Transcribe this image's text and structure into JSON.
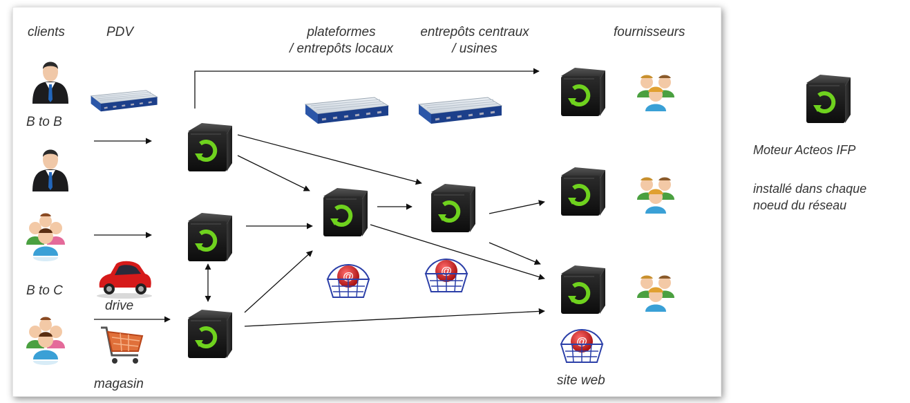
{
  "headers": {
    "clients": "clients",
    "pdv": "PDV",
    "plateformes_line1": "plateformes",
    "plateformes_line2": "/ entrepôts locaux",
    "entrepots_line1": "entrepôts centraux",
    "entrepots_line2": "/ usines",
    "fournisseurs": "fournisseurs"
  },
  "labels": {
    "b2b": "B to B",
    "b2c": "B to C",
    "drive": "drive",
    "magasin": "magasin",
    "site_web": "site web"
  },
  "legend": {
    "title": "Moteur Acteos IFP",
    "desc_line1": "installé dans chaque",
    "desc_line2": "noeud du réseau"
  },
  "colors": {
    "engine_green": "#6fd21e",
    "engine_body": "#1e1e1e",
    "warehouse_blue": "#1c3f8a",
    "basket_red": "#d81818",
    "car_red": "#d61a1a",
    "person_blue": "#3aa0d6",
    "person_green": "#4aa040",
    "person_pink": "#e46a9a"
  },
  "icons": {
    "engine": "recycle-cube-icon",
    "warehouse": "warehouse-icon",
    "businessman": "businessman-icon",
    "people_group": "people-group-icon",
    "suppliers": "supplier-group-icon",
    "car": "car-icon",
    "shopping_cart": "shopping-cart-icon",
    "web_basket": "web-basket-icon"
  }
}
